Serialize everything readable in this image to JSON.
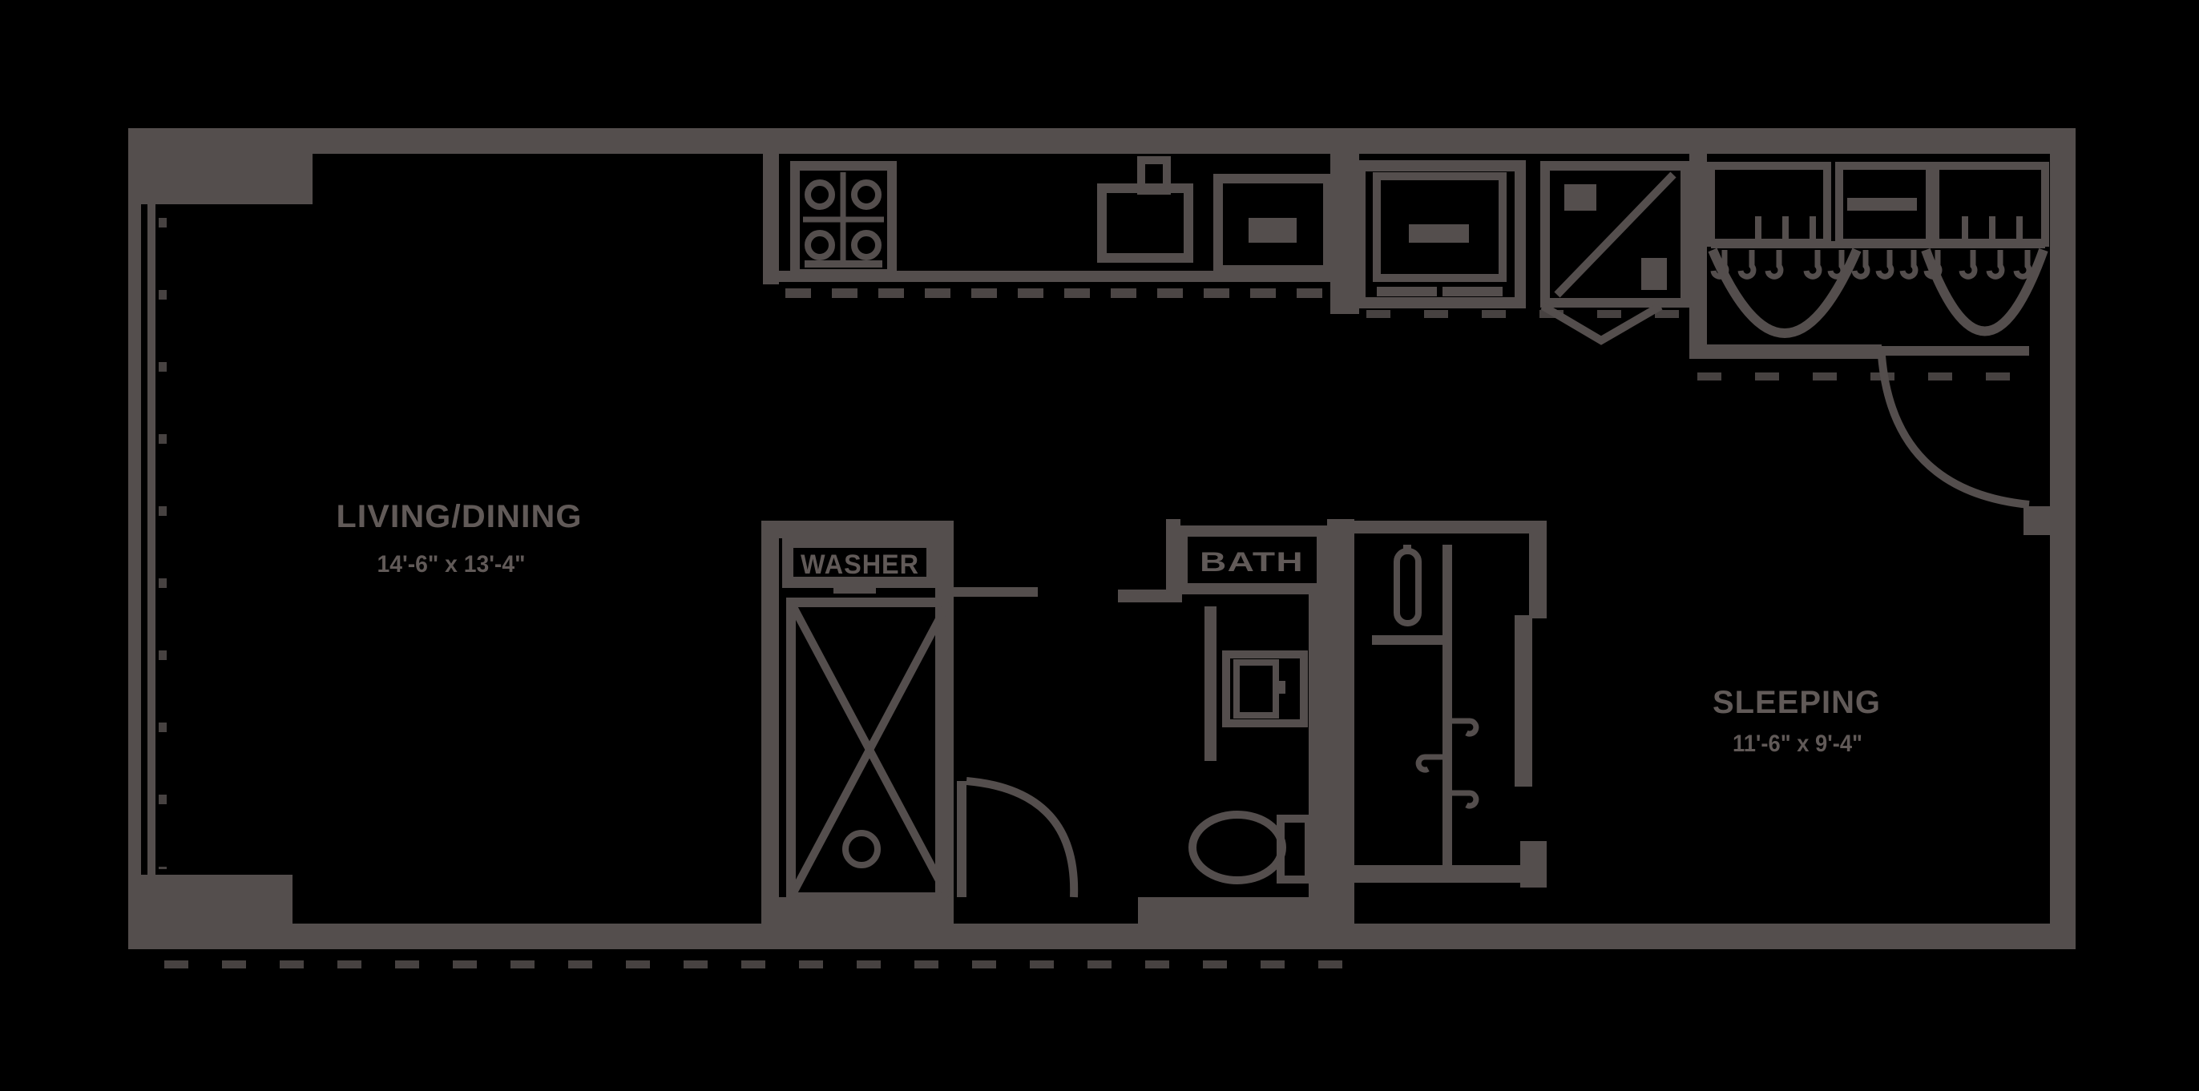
{
  "floor_plan": {
    "rooms": {
      "living_dining": {
        "label": "LIVING/DINING",
        "dimensions": "14'-6\" x 13'-4\""
      },
      "sleeping": {
        "label": "SLEEPING",
        "dimensions": "11'-6\" x 9'-4\""
      },
      "washer_closet": {
        "label": "WASHER"
      },
      "bathroom": {
        "label": "BATH"
      }
    },
    "fixtures": [
      "window",
      "stove-icon",
      "kitchen-sink-icon",
      "dishwasher-icon",
      "refrigerator-icon",
      "shower-closet-icon",
      "bifold-door-icon",
      "closet-shelf-icon",
      "closet-rod-icon",
      "clothes-hanger-icon",
      "entry-door-swing-icon",
      "washer-dryer-icon",
      "bathroom-door-swing-icon",
      "vanity-sink-icon",
      "toilet-icon",
      "water-heater-icon"
    ],
    "colors": {
      "background": "#000000",
      "wall": "#544e4d",
      "text": "#615a58"
    }
  }
}
